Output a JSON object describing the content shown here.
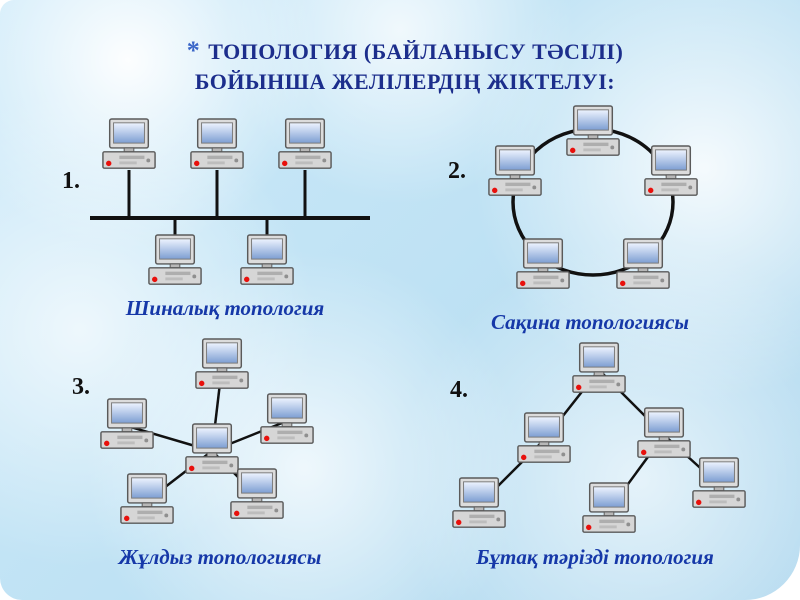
{
  "slide": {
    "bullet": "*",
    "title_line1": "ТОПОЛОГИЯ (БАЙЛАНЫСУ ТӘСІЛІ)",
    "title_line2": "БОЙЫНША ЖЕЛІЛЕРДІҢ ЖІКТЕЛУІ:",
    "title_color": "#1c2e8c",
    "caption_color": "#1638a8",
    "background_color": "#bfe2f4"
  },
  "icons": {
    "computer": "desktop-computer-icon"
  },
  "diagrams": [
    {
      "number": "1.",
      "type": "bus",
      "caption": "Шиналық топология",
      "computer_count": 5
    },
    {
      "number": "2.",
      "type": "ring",
      "caption": "Сақина топологиясы",
      "computer_count": 5
    },
    {
      "number": "3.",
      "type": "star",
      "caption": "Жұлдыз топологиясы",
      "computer_count": 6
    },
    {
      "number": "4.",
      "type": "tree",
      "caption": "Бұтақ тәрізді топология",
      "computer_count": 6
    }
  ]
}
